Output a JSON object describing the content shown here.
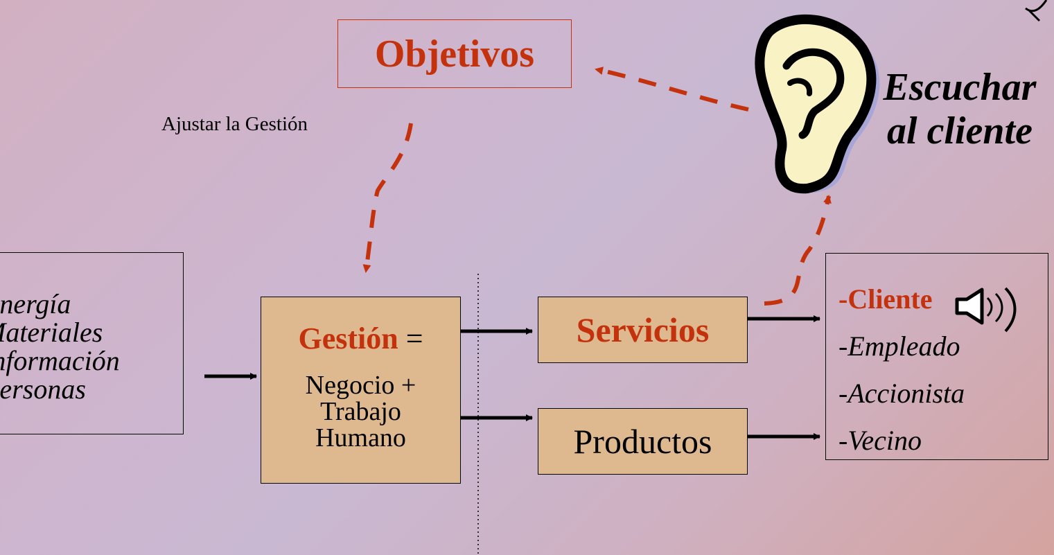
{
  "objetivos": "Objetivos",
  "ajustar": "Ajustar la Gestión",
  "inputs": [
    "Energía",
    "Materiales",
    "Información",
    "Personas"
  ],
  "gestion": {
    "title": "Gestión",
    "equals": "=",
    "lines": [
      "Negocio +",
      "Trabajo",
      "Humano"
    ]
  },
  "servicios": "Servicios",
  "productos": "Productos",
  "clientes": {
    "head": "-Cliente",
    "items": [
      "-Empleado",
      "-Accionista",
      "-Vecino"
    ]
  },
  "escuchar": [
    "Escuchar",
    "al cliente"
  ],
  "colors": {
    "accent": "#c3320c",
    "box_fill": "#deb88e"
  },
  "icons": [
    "ear-icon",
    "speaker-icon"
  ]
}
